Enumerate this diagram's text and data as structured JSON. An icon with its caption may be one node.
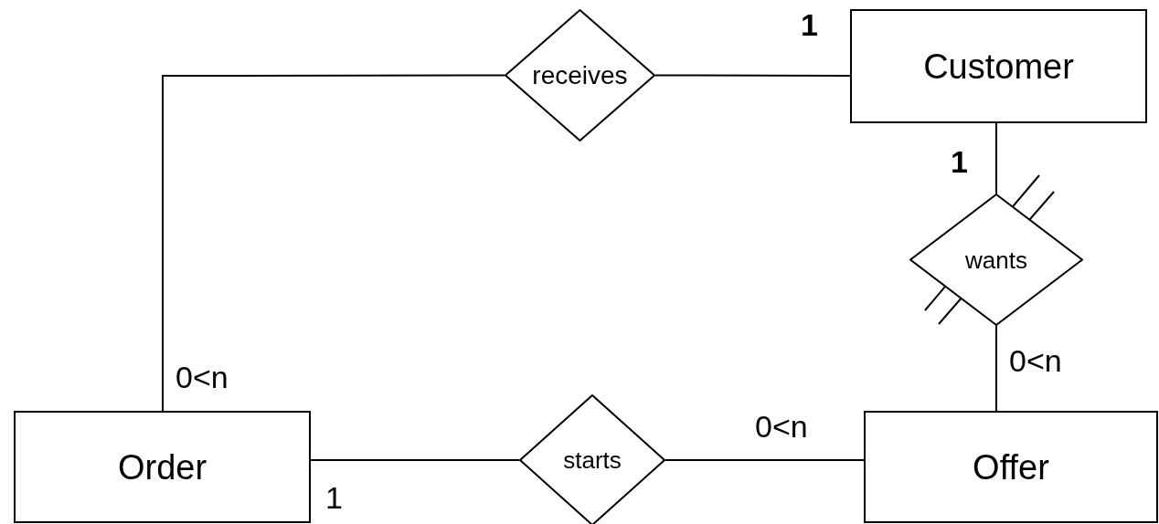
{
  "diagram": {
    "nodes": [
      {
        "text": [
          "receives"
        ]
      },
      {
        "text": [
          "Customer"
        ]
      },
      {
        "text": [
          "wants"
        ]
      },
      {
        "text": [
          "Order"
        ]
      },
      {
        "text": [
          "starts"
        ]
      },
      {
        "text": [
          "Offer"
        ]
      }
    ],
    "edges": [
      {
        "from": 0,
        "to": 1,
        "arrow": "none"
      },
      {
        "from": 3,
        "to": 0,
        "arrow": "none"
      },
      {
        "from": 1,
        "to": 2,
        "arrow": "none"
      },
      {
        "from": 2,
        "to": 5,
        "arrow": "none"
      },
      {
        "from": 3,
        "to": 4,
        "arrow": "none"
      },
      {
        "from": 4,
        "to": 5,
        "arrow": "none"
      }
    ],
    "labels": [
      "1",
      "1",
      "0<n",
      "0<n",
      "0<n",
      "1"
    ]
  }
}
